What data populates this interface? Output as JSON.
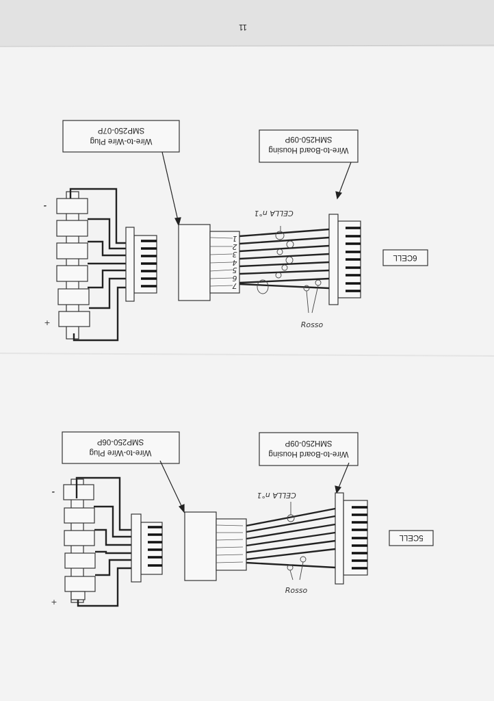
{
  "page": {
    "page_number": "11"
  },
  "diagrams": [
    {
      "title": "6CELL",
      "plug_label": {
        "line1": "Wire-to-Wire Plug",
        "line2": "SMP250-07P"
      },
      "housing_label": {
        "line1": "Wire-to-Board Housing",
        "line2": "SMH250-09P"
      },
      "annotation_cell": "CELLA n°1",
      "annotation_red": "Rosso",
      "wire_numbers": [
        "1",
        "2",
        "3",
        "4",
        "5",
        "6",
        "7"
      ],
      "minus": "-",
      "plus": "+"
    },
    {
      "title": "5CELL",
      "plug_label": {
        "line1": "Wire-to-Wire Plug",
        "line2": "SMP250-06P"
      },
      "housing_label": {
        "line1": "Wire-to-Board Housing",
        "line2": "SMH250-09P"
      },
      "annotation_cell": "CELLA n°1",
      "annotation_red": "Rosso",
      "minus": "-",
      "plus": "+"
    }
  ],
  "colors": {
    "paper": "#f3f3f3",
    "header_band": "#e2e2e2",
    "ink": "#222222"
  }
}
